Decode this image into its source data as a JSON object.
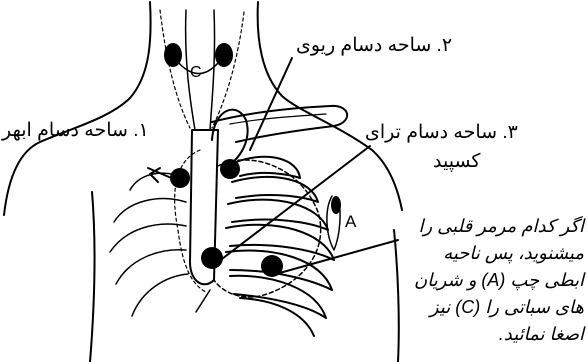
{
  "labels": {
    "area2": "۲. ساحه دسام ریوی",
    "area1": "۱. ساحه دسام ابهر",
    "area3_line1": "۳. ساحه دسام ترای",
    "area3_line2": "کسپید",
    "letter_a": "A",
    "letter_c": "C"
  },
  "note": {
    "lines": [
      "اگر کدام مرمر قلبی را",
      "میشنوید، پس ناحیه",
      "ابطی چپ (A) و شریان",
      "های سباتی را (C) نیز",
      "اصغا نمائید."
    ]
  },
  "colors": {
    "ink": "#000000",
    "background": "#ffffff"
  }
}
